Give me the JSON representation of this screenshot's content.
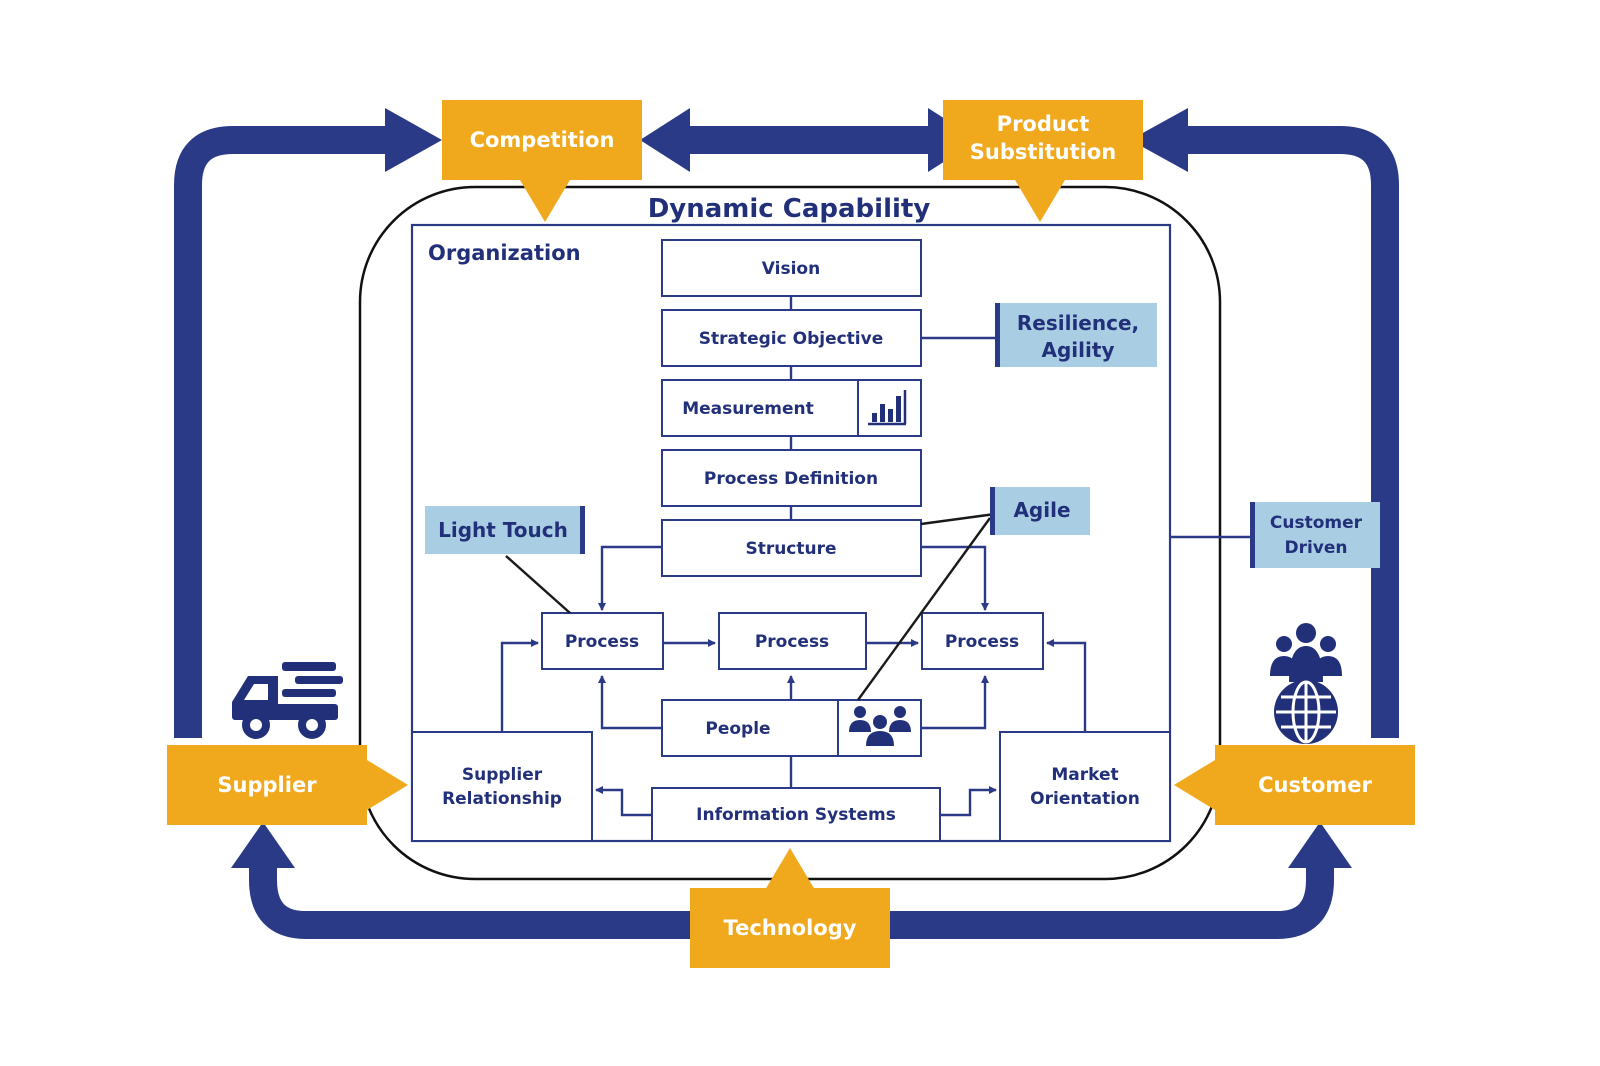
{
  "title": "Dynamic Capability",
  "organization_label": "Organization",
  "external": {
    "competition": "Competition",
    "product_substitution": [
      "Product",
      "Substitution"
    ],
    "supplier": "Supplier",
    "customer": "Customer",
    "technology": "Technology"
  },
  "hierarchy": {
    "vision": "Vision",
    "strategic_objective": "Strategic Objective",
    "measurement": "Measurement",
    "process_definition": "Process Definition",
    "structure": "Structure",
    "process_left": "Process",
    "process_mid": "Process",
    "process_right": "Process",
    "people": "People",
    "information_systems": "Information Systems",
    "supplier_relationship": [
      "Supplier",
      "Relationship"
    ],
    "market_orientation": [
      "Market",
      "Orientation"
    ]
  },
  "callouts": {
    "resilience_agility": [
      "Resilience,",
      "Agility"
    ],
    "agile": "Agile",
    "light_touch": "Light Touch",
    "customer_driven": [
      "Customer",
      "Driven"
    ]
  },
  "icons": {
    "supplier": "delivery-truck-icon",
    "customer": "global-community-icon",
    "measurement": "bar-chart-icon",
    "people": "people-group-icon"
  },
  "colors": {
    "navy": "#2b3a86",
    "orange": "#f0a81c",
    "callout_fill": "#a9cde3",
    "text": "#22307a"
  }
}
